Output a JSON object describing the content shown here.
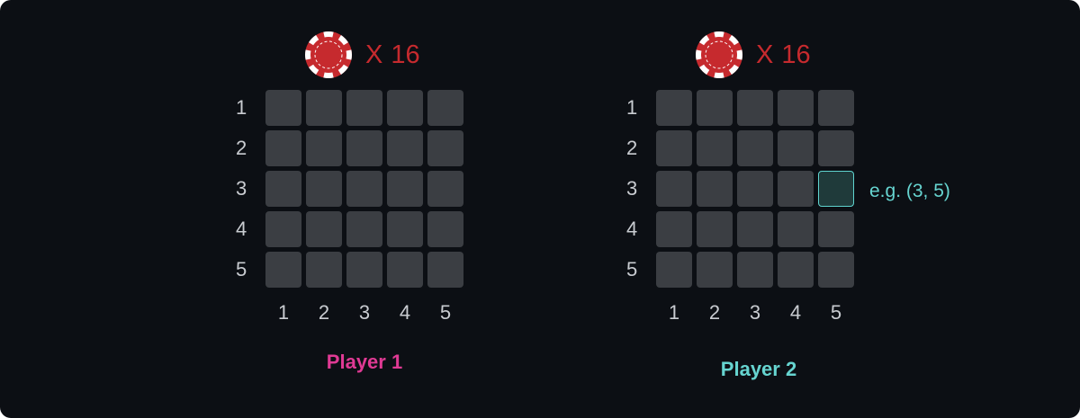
{
  "colors": {
    "background": "#0c0f14",
    "cell": "#3b3e43",
    "cell_highlight_fill": "#1f3a3a",
    "cell_highlight_border": "#5fd4cf",
    "axis_label": "#c9ccd1",
    "multiplier": "#c62a2e",
    "chip_red": "#c62a2e",
    "chip_white": "#ffffff",
    "player1": "#e03a94",
    "player2": "#66d4d0"
  },
  "grid": {
    "row_labels": [
      "1",
      "2",
      "3",
      "4",
      "5"
    ],
    "col_labels": [
      "1",
      "2",
      "3",
      "4",
      "5"
    ]
  },
  "boards": [
    {
      "chip_icon": "poker-chip-icon",
      "multiplier_prefix": "X",
      "multiplier_value": "16",
      "player_label": "Player 1",
      "player_color": "#e03a94"
    },
    {
      "chip_icon": "poker-chip-icon",
      "multiplier_prefix": "X",
      "multiplier_value": "16",
      "player_label": "Player 2",
      "player_color": "#66d4d0",
      "highlighted_cell": {
        "row": 3,
        "col": 5
      },
      "hint": "e.g. (3, 5)"
    }
  ]
}
